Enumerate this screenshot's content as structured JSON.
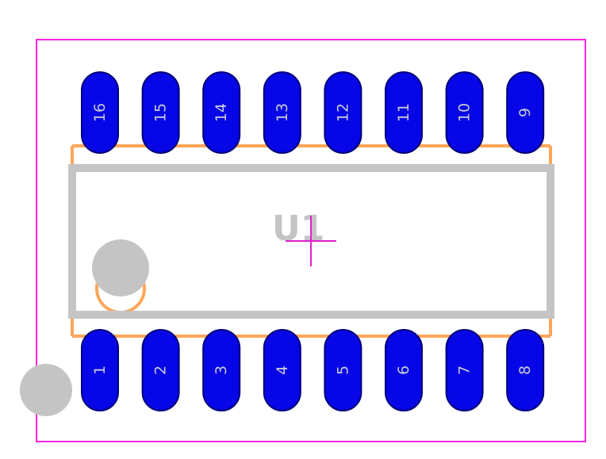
{
  "footprint": {
    "designator": "U1",
    "pin_count": 16,
    "pins_bottom": [
      "1",
      "2",
      "3",
      "4",
      "5",
      "6",
      "7",
      "8"
    ],
    "pins_top": [
      "16",
      "15",
      "14",
      "13",
      "12",
      "11",
      "10",
      "9"
    ]
  },
  "colors": {
    "background": "#ffffff",
    "courtyard": "#ff22dd",
    "silkscreen": "#c4c4c4",
    "fabrication": "#ffa65a",
    "pad_fill": "#0606e6",
    "pad_outline": "#00007a",
    "pin_label": "#c8c8d8",
    "designator": "#c4c4c4",
    "origin_marker": "#e020d0"
  }
}
